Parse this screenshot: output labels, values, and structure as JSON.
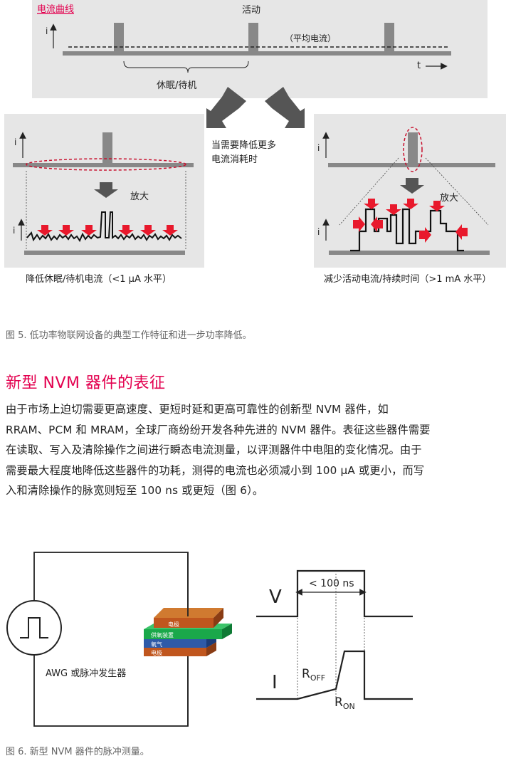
{
  "figure5": {
    "title_link": "电流曲线",
    "active_label": "活动",
    "avg_current_label": "（平均电流）",
    "sleep_label": "休眠/待机",
    "axis_i": "i",
    "axis_t": "t",
    "center_note_line1": "当需要降低更多",
    "center_note_line2": "电流消耗时",
    "zoom_label": "放大",
    "left_caption": "降低休眠/待机电流（<1 μA 水平）",
    "right_caption": "减少活动电流/持续时间（>1 mA 水平）",
    "caption": "图 5. 低功率物联网设备的典型工作特征和进一步功率降低。"
  },
  "section": {
    "title": "新型 NVM 器件的表征",
    "paragraph_lines": [
      "由于市场上迫切需要更高速度、更短时延和更高可靠性的创新型 NVM 器件，如",
      "RRAM、PCM 和 MRAM，全球厂商纷纷开发各种先进的 NVM 器件。表征这些器件需要",
      "在读取、写入及清除操作之间进行瞬态电流测量，以评测器件中电阻的变化情况。由于",
      "需要最大程度地降低这些器件的功耗，测得的电流也必须减小到 100 μA 或更小，而写",
      "入和清除操作的脉宽则短至 100 ns 或更短（图 6）。"
    ]
  },
  "figure6": {
    "source_label": "AWG 或脉冲发生器",
    "layer_electrode_top": "电极",
    "layer_oxygen_supply": "供氧装置",
    "layer_oxygen": "氧气",
    "layer_electrode_bottom": "电极",
    "v_label": "V",
    "i_label": "I",
    "pulse_width": "< 100 ns",
    "r_off_main": "R",
    "r_off_sub": "OFF",
    "r_on_main": "R",
    "r_on_sub": "ON",
    "caption": "图 6. 新型 NVM 器件的脉冲测量。"
  },
  "colors": {
    "accent": "#e3004f",
    "panel_gray": "#e6e6e6",
    "trace_gray": "#888888",
    "arrow_red": "#e8192c",
    "ellipse_red": "#c8102e",
    "electrode": "#c0561e",
    "oxygen_supply": "#1aa84a",
    "oxygen": "#2e5aa8"
  }
}
